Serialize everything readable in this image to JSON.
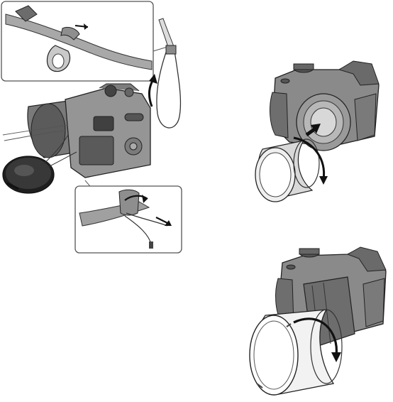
{
  "figures": [
    {
      "id": "strap",
      "label": ""
    },
    {
      "id": "adaptor",
      "label": ""
    },
    {
      "id": "hood",
      "label": ""
    }
  ],
  "colors": {
    "outline": "#222222",
    "camera_body": "#8c8c8c",
    "camera_dark": "#4a4a4a",
    "strap": "#9a9a9a",
    "ring": "#d4d4d4",
    "arrow": "#111111"
  },
  "icons": [
    "shoulder-strap-icon",
    "lens-cap-icon",
    "camera-icon",
    "rotation-arrow-icon",
    "push-arrow-icon",
    "lens-hood-icon",
    "adaptor-ring-icon"
  ]
}
